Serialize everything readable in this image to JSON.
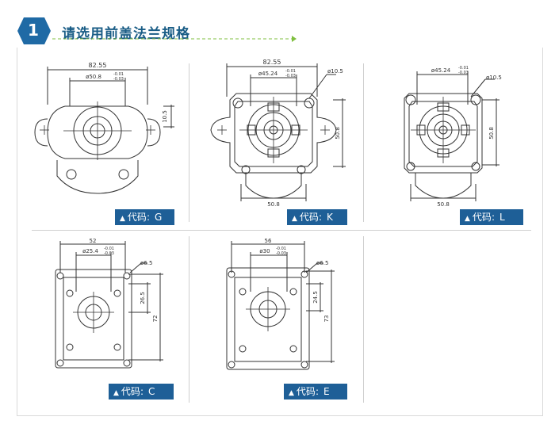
{
  "header": {
    "step_number": "1",
    "title": "请选用前盖法兰规格"
  },
  "flanges": [
    {
      "code_text": "代码",
      "code": "G",
      "dims": {
        "overall_width": "82.55",
        "pilot": "ø50.8",
        "pilot_tol_upper": "-0.01",
        "pilot_tol_lower": "-0.03",
        "offset": "10.5"
      }
    },
    {
      "code_text": "代码",
      "code": "K",
      "dims": {
        "overall_width": "82.55",
        "pilot": "ø45.24",
        "pilot_tol_upper": "-0.01",
        "pilot_tol_lower": "-0.03",
        "hole": "ø10.5",
        "height": "50.8",
        "bottom_width": "50.8"
      }
    },
    {
      "code_text": "代码",
      "code": "L",
      "dims": {
        "pilot": "ø45.24",
        "pilot_tol_upper": "-0.01",
        "pilot_tol_lower": "-0.03",
        "hole": "ø10.5",
        "height": "50.8",
        "bottom_width": "50.8"
      }
    },
    {
      "code_text": "代码",
      "code": "C",
      "dims": {
        "overall_width": "52",
        "pilot": "ø25.4",
        "pilot_tol_upper": "-0.01",
        "pilot_tol_lower": "-0.03",
        "hole": "ø6.5",
        "half_height": "26.5",
        "height": "72"
      }
    },
    {
      "code_text": "代码",
      "code": "E",
      "dims": {
        "overall_width": "56",
        "pilot": "ø30",
        "pilot_tol_upper": "-0.01",
        "pilot_tol_lower": "-0.03",
        "hole": "ø6.5",
        "half_height": "24.5",
        "height": "73"
      }
    }
  ],
  "colors": {
    "badge": "#1f6aa5",
    "title": "#1a5d86",
    "label_bg": "#1e5f97",
    "dashed_line": "#7fbf3f",
    "drawing": "#333333"
  }
}
